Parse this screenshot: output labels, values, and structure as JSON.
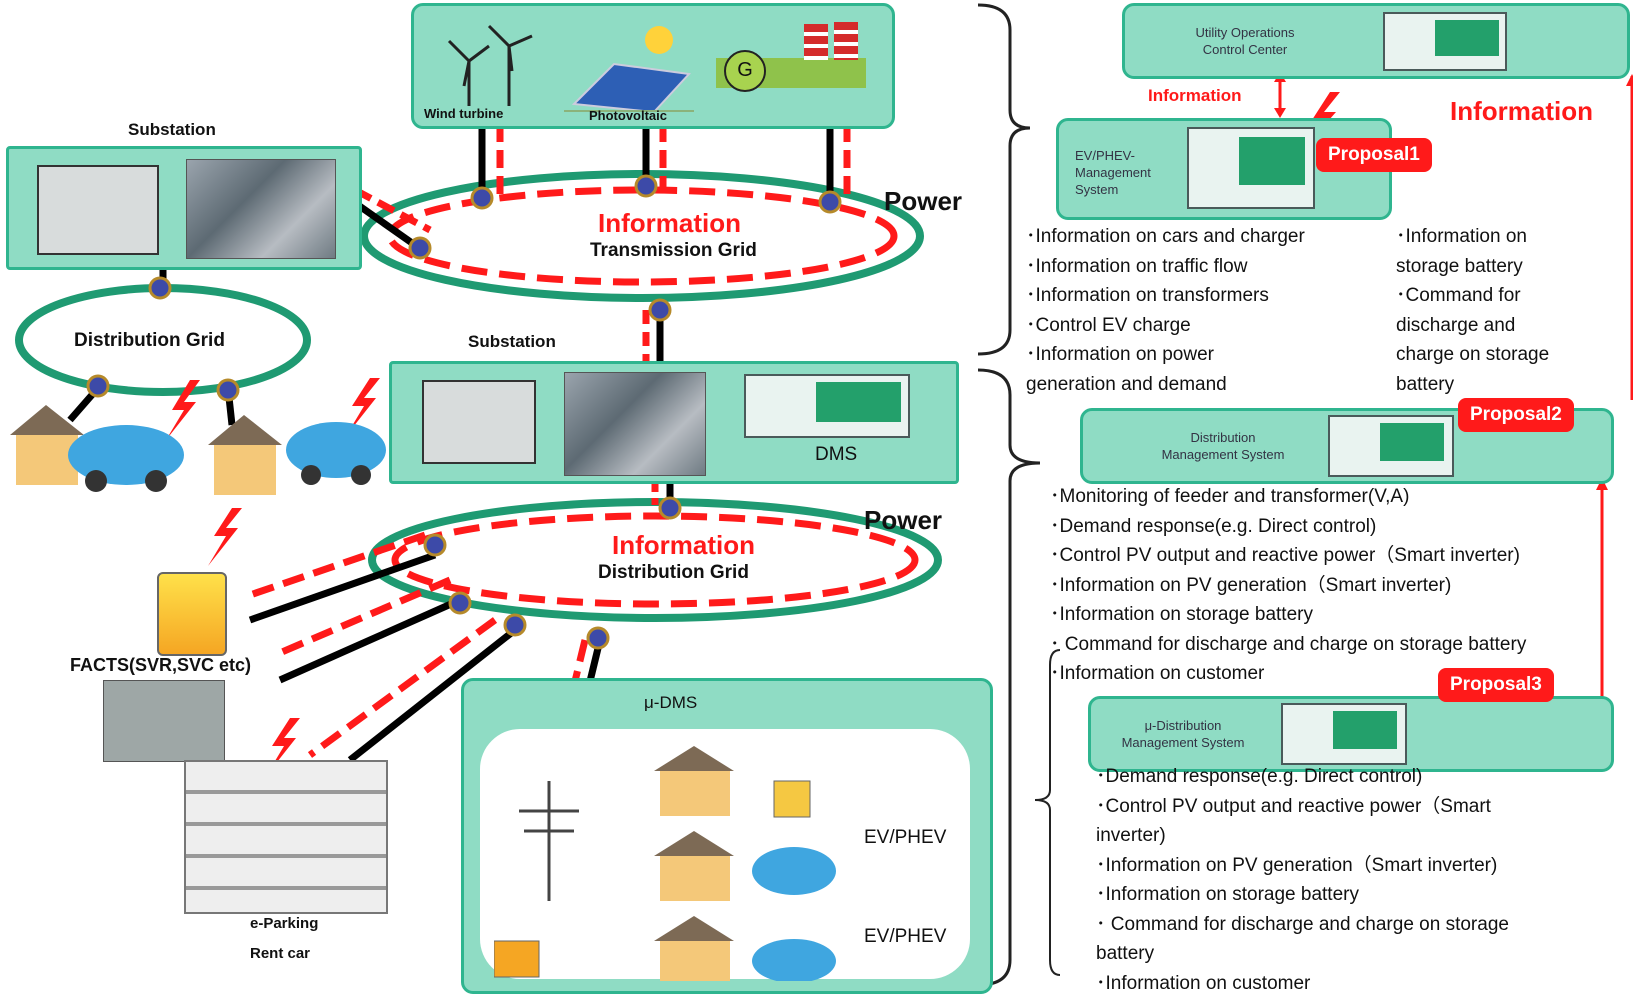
{
  "generation": {
    "labels": [
      "Wind turbine",
      "Photovoltaic"
    ],
    "generator_symbol": "G"
  },
  "left": {
    "substation_top_label": "Substation",
    "distribution_grid_label": "Distribution Grid",
    "facts_label": "FACTS(SVR,SVC etc)",
    "parking_label_1": "e-Parking",
    "parking_label_2": "Rent car"
  },
  "center": {
    "power_top": "Power",
    "information_top": "Information",
    "transmission_grid": "Transmission Grid",
    "substation_label": "Substation",
    "dms_label": "DMS",
    "power_mid": "Power",
    "information_mid": "Information",
    "distribution_grid": "Distribution Grid",
    "udms_label": "μ-DMS",
    "ev_label_1": "EV/PHEV",
    "ev_label_2": "EV/PHEV"
  },
  "right": {
    "utility_center": "Utility Operations\nControl Center",
    "information_small": "Information",
    "information_big": "Information",
    "ev_mgmt": "EV/PHEV-\nManagement\nSystem",
    "proposal1": "Proposal1",
    "proposal2": "Proposal2",
    "proposal3": "Proposal3",
    "list1": [
      "･Information on cars and charger",
      "･Information on traffic flow",
      "･Information on transformers",
      "･Control EV charge",
      "･Information on power",
      "generation and demand"
    ],
    "list2": [
      "･Information on",
      "storage battery",
      "･Command for",
      "discharge and",
      "charge on storage",
      "battery"
    ],
    "dms_box": "Distribution\nManagement System",
    "list3": [
      "･Monitoring of feeder and transformer(V,A)",
      "･Demand response(e.g. Direct control)",
      "･Control PV output and reactive power（Smart inverter)",
      "･Information on PV generation（Smart inverter)",
      "･Information on storage battery",
      "･ Command for discharge and charge on storage battery",
      "･Information on customer"
    ],
    "udms_box": "μ-Distribution\nManagement System",
    "list4": [
      "･Demand response(e.g. Direct control)",
      "･Control PV output and reactive power（Smart",
      "inverter)",
      "･Information on PV generation（Smart inverter)",
      "･Information on storage battery",
      "･ Command for discharge and charge on storage",
      "battery",
      "･Information on customer"
    ]
  },
  "colors": {
    "panel": "#8fdcc4",
    "ring": "#1f9a72",
    "info_red": "#ff1a1a",
    "proposal_bg": "#ff1a1a"
  }
}
